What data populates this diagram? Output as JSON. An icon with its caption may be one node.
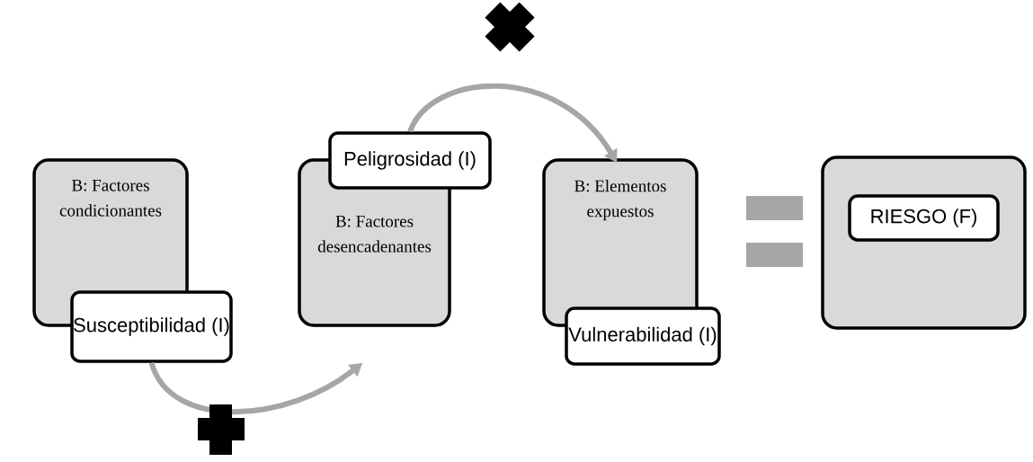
{
  "diagram": {
    "nodes": [
      {
        "text": [
          "B: Factores condicionantes"
        ]
      },
      {
        "text": [
          "Susceptibilidad (I)"
        ]
      },
      {
        "text": [
          "B: Factores desencadenantes"
        ]
      },
      {
        "text": [
          "Peligrosidad (I)"
        ]
      },
      {
        "text": [
          "B: Elementos expuestos"
        ]
      },
      {
        "text": [
          "Vulnerabilidad (I)"
        ]
      },
      {
        "text": [],
        "shape": "box"
      },
      {
        "text": [
          "RIESGO (F)"
        ],
        "in": 6
      }
    ],
    "edges": [
      {
        "from": 1,
        "to": 2,
        "arrow": "to"
      },
      {
        "from": 3,
        "to": 4,
        "arrow": "to"
      }
    ]
  }
}
